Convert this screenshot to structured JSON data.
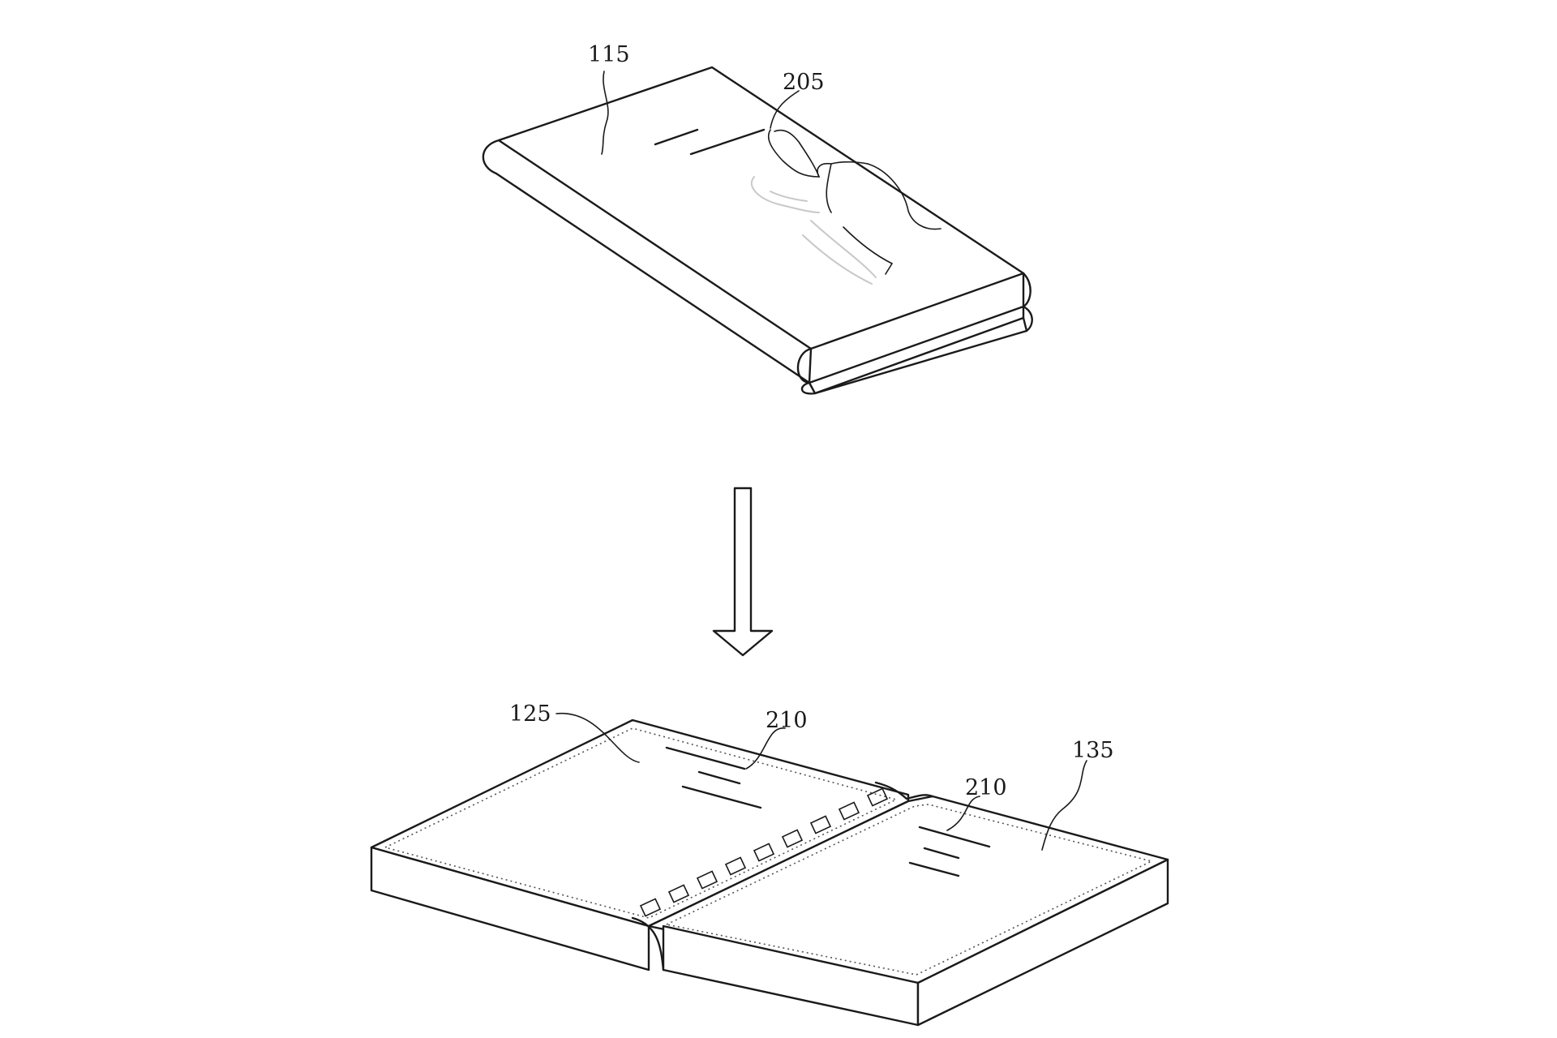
{
  "labels": {
    "folded_device": "115",
    "touch_input": "205",
    "first_panel": "125",
    "indicator_a": "210",
    "indicator_b": "210",
    "second_panel": "135"
  },
  "icons": {
    "transition": "down-arrow-icon",
    "hand": "pointing-hand-icon"
  }
}
